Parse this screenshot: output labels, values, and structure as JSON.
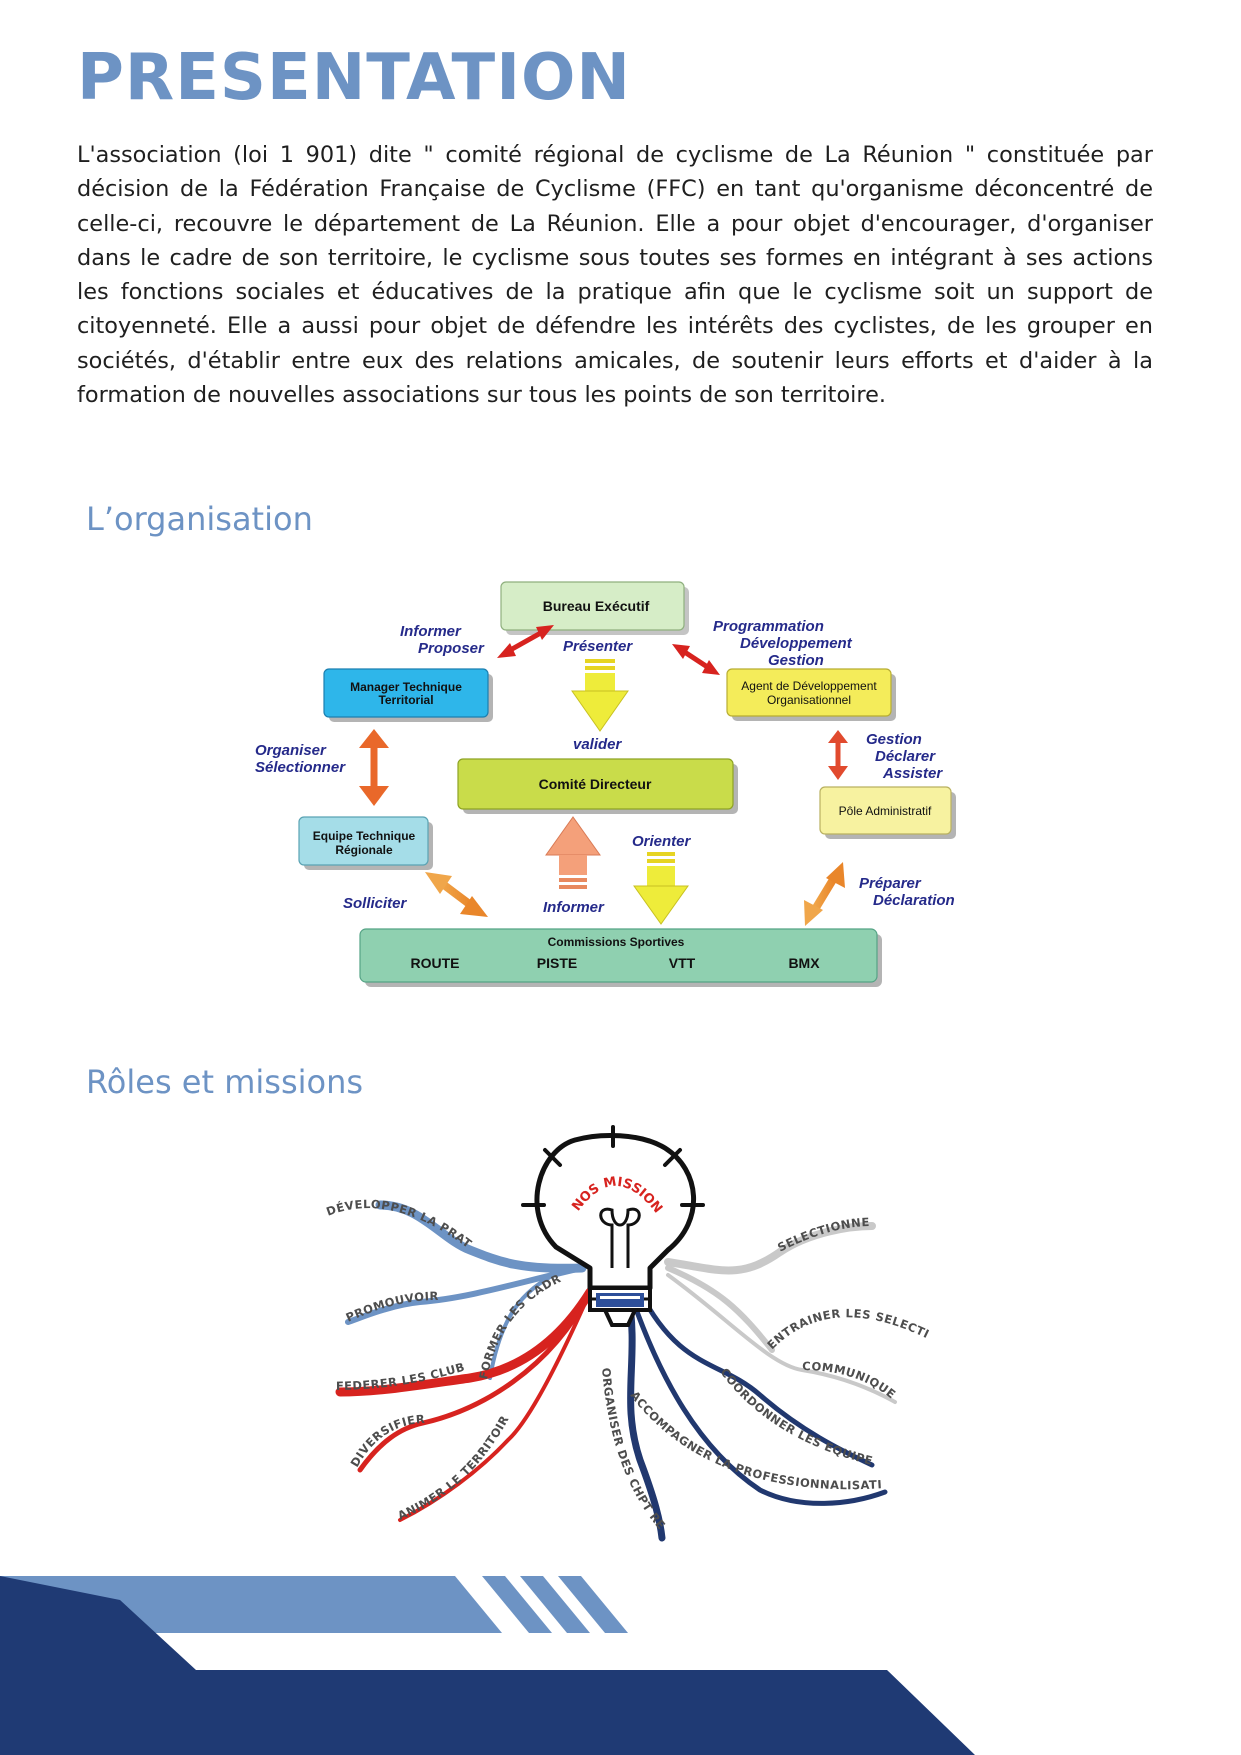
{
  "page": {
    "title": "PRESENTATION",
    "intro": "L'association (loi 1 901) dite \" comité régional de cyclisme de La Réunion \" constituée par décision de la Fédération Française de Cyclisme (FFC) en tant qu'organisme déconcentré de celle-ci, recouvre le département de La Réunion. Elle a pour objet d'encourager, d'organiser dans le cadre de son territoire, le cyclisme sous toutes ses formes en intégrant à ses actions les fonctions sociales et éducatives de la pratique afin que le cyclisme soit un support de citoyenneté. Elle a aussi pour objet de défendre les intérêts des cyclistes, de les grouper en sociétés, d'établir entre eux des relations amicales, de soutenir leurs efforts et d'aider à la formation de nouvelles associations sur tous les points de son territoire."
  },
  "organisation": {
    "heading": "L’organisation",
    "boxes": {
      "bureau": "Bureau Exécutif",
      "manager_l1": "Manager Technique",
      "manager_l2": "Territorial",
      "agent_l1": "Agent de Développement",
      "agent_l2": "Organisationnel",
      "comite": "Comité Directeur",
      "equipe_l1": "Equipe Technique",
      "equipe_l2": "Régionale",
      "pole": "Pôle Administratif",
      "commissions": "Commissions Sportives",
      "route": "ROUTE",
      "piste": "PISTE",
      "vtt": "VTT",
      "bmx": "BMX"
    },
    "verbs": {
      "informer_top": "Informer",
      "proposer": "Proposer",
      "presenter": "Présenter",
      "programmation": "Programmation",
      "developpement": "Développement",
      "gestion_top": "Gestion",
      "organiser": "Organiser",
      "selectionner": "Sélectionner",
      "valider": "valider",
      "gestion": "Gestion",
      "declarer": "Déclarer",
      "assister": "Assister",
      "orienter": "Orienter",
      "solliciter": "Solliciter",
      "informer": "Informer",
      "preparer": "Préparer",
      "declaration": "Déclaration"
    }
  },
  "roles": {
    "heading": "Rôles et missions",
    "center_label": "NOS MISSIONS",
    "missions": {
      "developper": "DÉVELOPPER LA PRATIQUE",
      "promouvoir": "PROMOUVOIR",
      "federer": "FEDERER LES CLUBS",
      "diversifier": "DIVERSIFIER",
      "animer": "ANIMER LE TERRITOIRE",
      "former": "FORMER LES CADRES",
      "organiser": "ORGANISER DES CHPT REG",
      "accompagner": "ACCOMPAGNER LA PROFESSIONNALISATION",
      "coordonner": "COORDONNER LES EQUIPES",
      "communiquer": "COMMUNIQUER",
      "entrainer": "ENTRAINER LES SELECTIONS",
      "selectionner": "SELECTIONNER"
    }
  }
}
